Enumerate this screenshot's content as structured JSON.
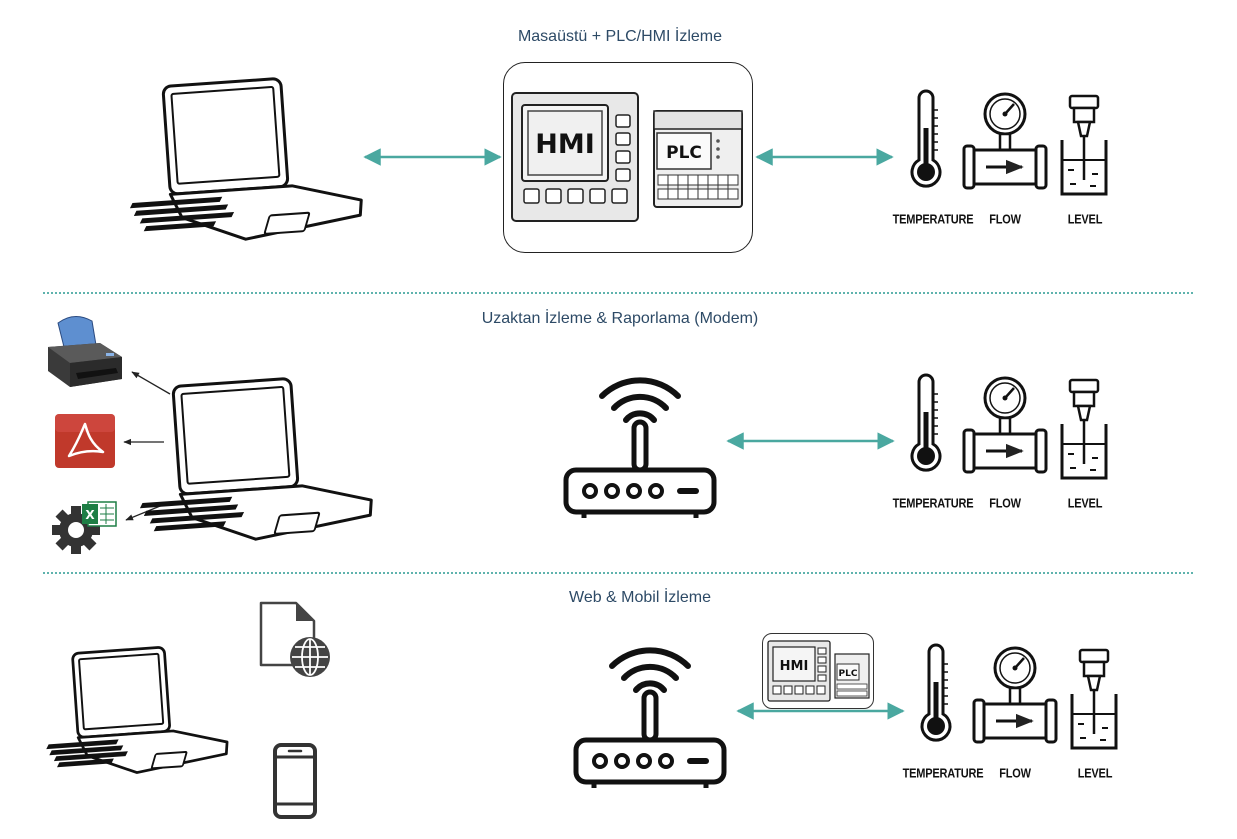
{
  "sections": [
    {
      "title": "Masaüstü + PLC/HMI İzleme"
    },
    {
      "title": "Uzaktan İzleme & Raporlama (Modem)"
    },
    {
      "title": "Web & Mobil İzleme"
    }
  ],
  "device_labels": {
    "hmi": "HMI",
    "plc": "PLC"
  },
  "sensors": {
    "temperature": "TEMPERATURE",
    "flow": "FLOW",
    "level": "LEVEL"
  },
  "colors": {
    "arrow": "#4aa8a0",
    "divider": "#5fb3ad",
    "title": "#2d4a66",
    "pdf": "#c0392b",
    "excel": "#1e7e45"
  },
  "icons": [
    "laptop-icon",
    "hmi-plc-icon",
    "thermometer-icon",
    "flow-meter-icon",
    "level-sensor-icon",
    "printer-icon",
    "pdf-icon",
    "excel-gear-icon",
    "router-icon",
    "web-document-icon",
    "smartphone-icon"
  ]
}
